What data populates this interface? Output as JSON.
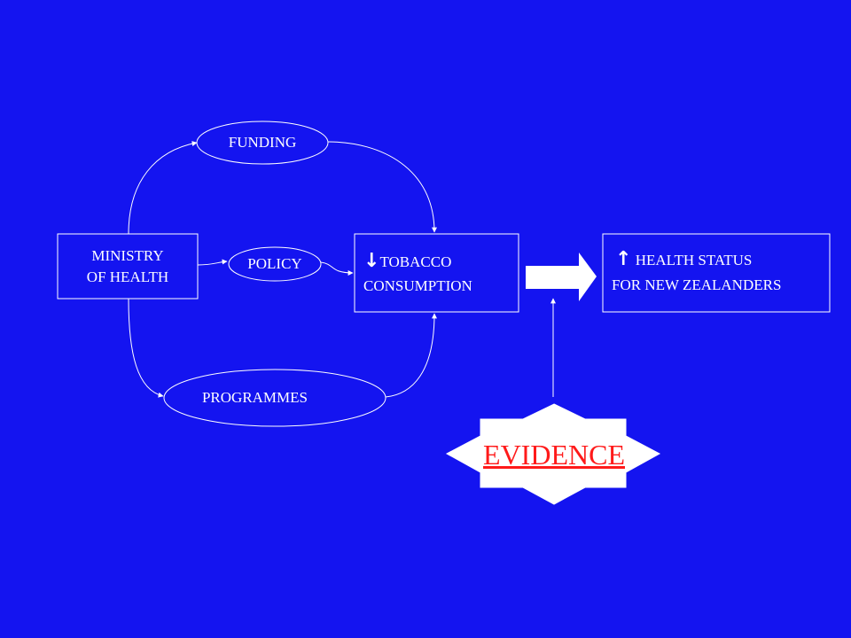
{
  "nodes": {
    "ministry": {
      "line1": "MINISTRY",
      "line2": "OF HEALTH"
    },
    "funding": {
      "label": "FUNDING"
    },
    "policy": {
      "label": "POLICY"
    },
    "programmes": {
      "label": "PROGRAMMES"
    },
    "tobacco": {
      "arrow": "↓",
      "line1": "TOBACCO",
      "line2": "CONSUMPTION"
    },
    "health": {
      "arrow": "↑",
      "line1": "HEALTH STATUS",
      "line2": "FOR NEW ZEALANDERS"
    },
    "evidence": {
      "label": "EVIDENCE"
    }
  },
  "colors": {
    "background": "#1414F0",
    "foreground": "#FFFFFF",
    "evidence_text": "#FF1A1A"
  }
}
